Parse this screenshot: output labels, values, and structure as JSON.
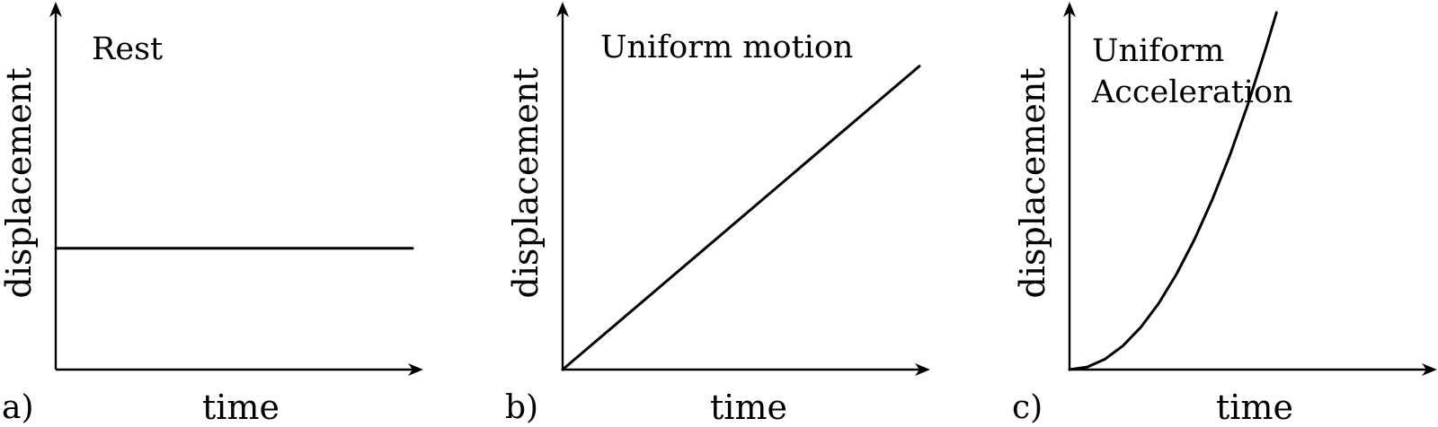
{
  "chart_data": [
    {
      "type": "line",
      "panel_label": "a)",
      "title": "Rest",
      "xlabel": "time",
      "ylabel": "displacement",
      "xlim": [
        0,
        1
      ],
      "ylim": [
        0,
        1
      ],
      "grid": false,
      "series": [
        {
          "x": [
            0,
            1
          ],
          "y": [
            0.34,
            0.34
          ],
          "color": "#000000"
        }
      ]
    },
    {
      "type": "line",
      "panel_label": "b)",
      "title": "Uniform motion",
      "xlabel": "time",
      "ylabel": "displacement",
      "xlim": [
        0,
        1
      ],
      "ylim": [
        0,
        1
      ],
      "grid": false,
      "series": [
        {
          "x": [
            0,
            1
          ],
          "y": [
            0,
            0.85
          ],
          "color": "#000000"
        }
      ]
    },
    {
      "type": "line",
      "panel_label": "c)",
      "title": "Uniform\nAcceleration",
      "xlabel": "time",
      "ylabel": "displacement",
      "xlim": [
        0,
        1
      ],
      "ylim": [
        0,
        1
      ],
      "grid": false,
      "series": [
        {
          "x": [
            0,
            0.05,
            0.1,
            0.15,
            0.2,
            0.25,
            0.3,
            0.35,
            0.4,
            0.45,
            0.5,
            0.55,
            0.58
          ],
          "y": [
            0,
            0.0074,
            0.0297,
            0.0669,
            0.1189,
            0.1858,
            0.2676,
            0.3642,
            0.4757,
            0.602,
            0.7432,
            0.8993,
            1.0
          ],
          "color": "#000000"
        }
      ]
    }
  ]
}
